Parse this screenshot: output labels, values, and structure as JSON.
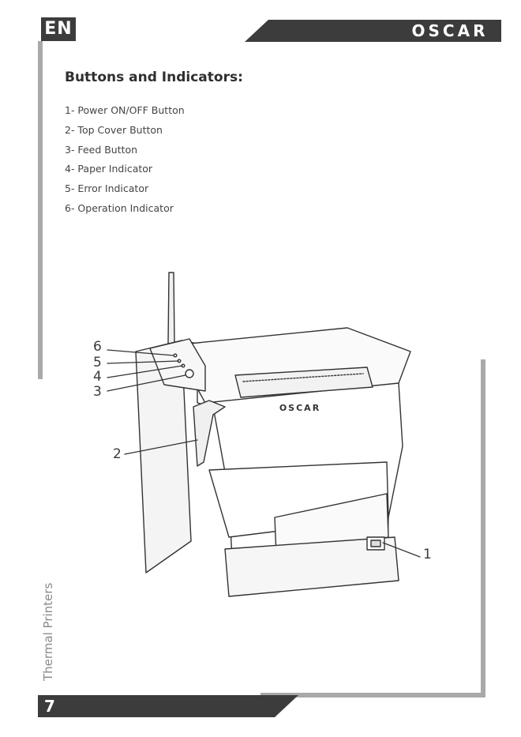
{
  "header": {
    "language_badge": "EN",
    "brand": "OSCAR"
  },
  "section": {
    "title": "Buttons and Indicators:",
    "items": [
      "1- Power ON/OFF Button",
      "2- Top Cover Button",
      "3- Feed Button",
      "4- Paper Indicator",
      "5- Error Indicator",
      "6- Operation Indicator"
    ]
  },
  "figure": {
    "printer_brand": "OSCAR",
    "callouts": [
      "1",
      "2",
      "3",
      "4",
      "5",
      "6"
    ]
  },
  "sidebar": {
    "label": "Thermal Printers"
  },
  "footer": {
    "page_number": "7"
  },
  "colors": {
    "bar": "#3c3c3c",
    "rule": "#a9a9a9",
    "text": "#444444"
  }
}
